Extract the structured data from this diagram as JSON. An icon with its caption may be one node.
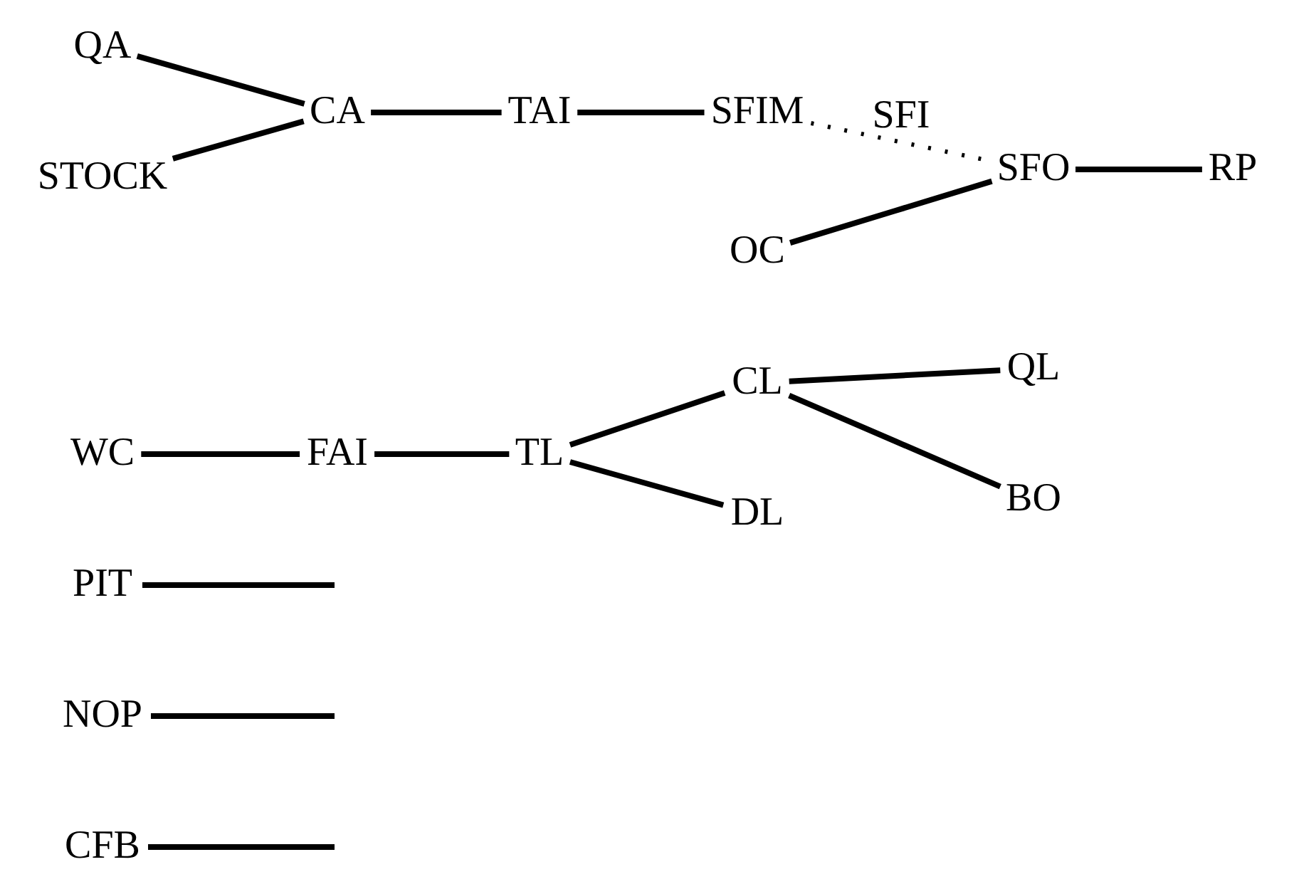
{
  "diagram": {
    "nodes": [
      {
        "text": [
          "CFB"
        ]
      },
      {
        "text": [
          "NOP"
        ]
      },
      {
        "text": [
          "PIT"
        ]
      },
      {
        "text": [
          "WC"
        ]
      },
      {
        "text": [
          "QA"
        ]
      },
      {
        "text": [
          "STOCK"
        ]
      },
      {
        "text": [
          "CA"
        ]
      },
      {
        "text": [
          "TAI"
        ]
      },
      {
        "text": [
          "FAI"
        ]
      },
      {
        "text": [
          "TL"
        ]
      },
      {
        "text": [
          "CL"
        ]
      },
      {
        "text": [
          "QL"
        ]
      },
      {
        "text": [
          "BO"
        ]
      },
      {
        "text": [
          "DL"
        ]
      },
      {
        "text": [
          "SFIM"
        ]
      },
      {
        "text": [
          "OC"
        ]
      },
      {
        "text": [
          "SFO"
        ]
      },
      {
        "text": [
          "RP"
        ]
      }
    ],
    "edges": [
      {
        "from": 0,
        "to": null,
        "arrow": "none"
      },
      {
        "from": 1,
        "to": null,
        "arrow": "none"
      },
      {
        "from": 2,
        "to": null,
        "arrow": "none"
      },
      {
        "from": 4,
        "to": 6,
        "arrow": "none"
      },
      {
        "from": 5,
        "to": 6,
        "arrow": "none"
      },
      {
        "from": 3,
        "to": 8,
        "arrow": "none"
      },
      {
        "from": 6,
        "to": 7,
        "arrow": "none"
      },
      {
        "from": 7,
        "to": 14,
        "arrow": "none"
      },
      {
        "from": 8,
        "to": 9,
        "arrow": "none"
      },
      {
        "from": 9,
        "to": 10,
        "arrow": "none"
      },
      {
        "from": 10,
        "to": 11,
        "arrow": "none"
      },
      {
        "from": 9,
        "to": 13,
        "arrow": "none"
      },
      {
        "from": 10,
        "to": 12,
        "arrow": "none"
      },
      {
        "from": 14,
        "to": 16,
        "arrow": "none",
        "label": "SFI",
        "style": "dashed"
      },
      {
        "from": 15,
        "to": 16,
        "arrow": "none"
      },
      {
        "from": 16,
        "to": 17,
        "arrow": "none"
      }
    ]
  }
}
